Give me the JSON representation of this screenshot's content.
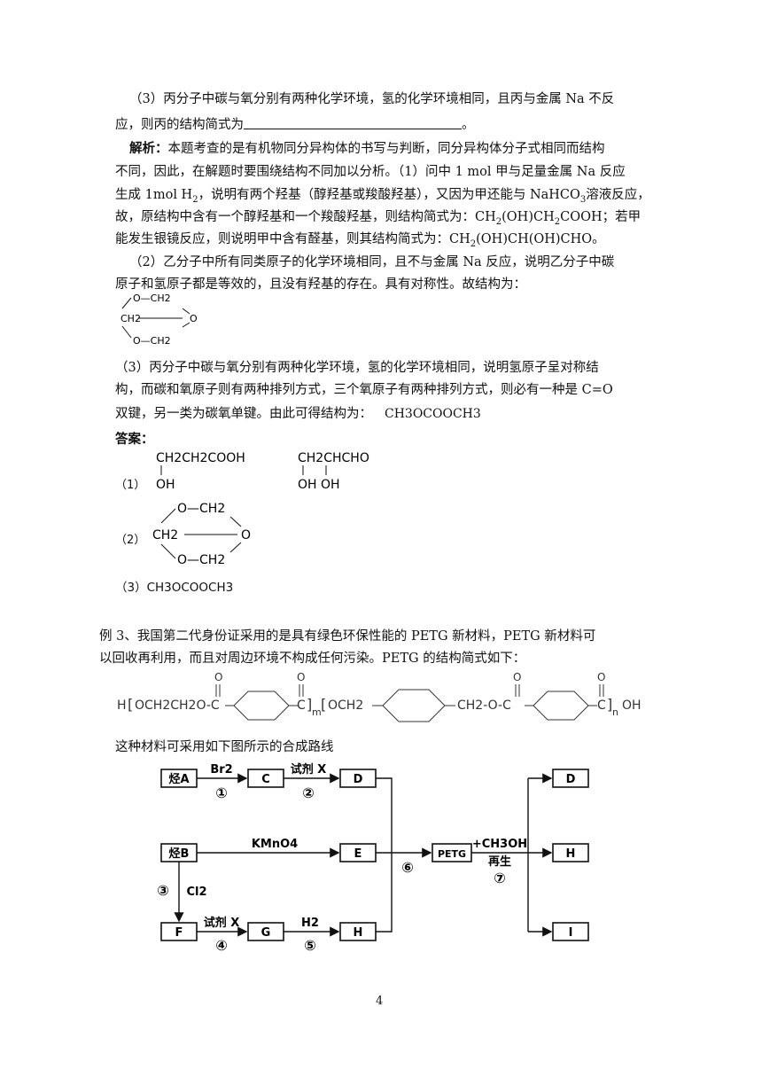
{
  "part3_question": {
    "line1": "（3）丙分子中碳与氧分别有两种化学环境，氢的化学环境相同，且丙与金属 Na 不反",
    "line2a": "应，则丙的结构简式为",
    "line2b": "。"
  },
  "analysis": {
    "label": "解析：",
    "l1": "本题考查的是有机物同分异构体的书写与判断，同分异构体分子式相同而结构",
    "l2": "不同，因此，在解题时要围绕结构不同加以分析。（1）问中 1 mol 甲与足量金属 Na 反应",
    "l3a": "生成 1mol H",
    "l3b": "2",
    "l3c": "，说明有两个羟基（醇羟基或羧酸羟基），又因为甲还能与 NaHCO",
    "l3d": "3",
    "l3e": "溶液反应，",
    "l4a": "故，原结构中含有一个醇羟基和一个羧酸羟基，则结构简式为：CH",
    "l4b": "2",
    "l4c": "(OH)CH",
    "l4d": "2",
    "l4e": "COOH；若甲",
    "l5a": "能发生银镜反应，则说明甲中含有醛基，则其结构简式为：CH",
    "l5b": "2",
    "l5c": "(OH)CH(OH)CHO。",
    "p2a": "（2）乙分子中所有同类原子的化学环境相同，且不与金属 Na 反应，说明乙分子中碳",
    "p2b": "原子和氢原子都是等效的，且没有羟基的存在。具有对称性。故结构为：",
    "p3a": "（3）丙分子中碳与氧分别有两种化学环境，氢的化学环境相同，说明氢原子呈对称结",
    "p3b": "构，而碳和氧原子则有两种排列方式，三个氧原子有两种排列方式，则必有一种是 C=O",
    "p3c": "双键，另一类为碳氧单键。由此可得结构为：",
    "p3_formula": "CH3OCOOCH3"
  },
  "ring": {
    "o_ch2": "O—CH2",
    "ch2": "CH2",
    "o": "O"
  },
  "answer": {
    "label": "答案：",
    "a1_label": "（1）",
    "a1_struct1_top": "CH2CH2COOH",
    "a1_struct1_oh": "OH",
    "a1_struct2_top": "CH2CHCHO",
    "a1_struct2_oh": "OH OH",
    "a2_label": "（2）",
    "a3": "（3）CH3OCOOCH3"
  },
  "example3": {
    "l1": "例 3、我国第二代身份证采用的是具有绿色环保性能的 PETG 新材料，PETG 新材料可",
    "l2": "以回收再利用，而且对周边环境不构成任何污染。PETG 的结构简式如下：",
    "formula": {
      "start": "H",
      "seg1": "OCH2CH2O-C",
      "m": "m",
      "seg2": "OCH2",
      "seg3": "CH2-O-C",
      "n": "n",
      "end": "OH",
      "o": "O"
    },
    "route_intro": "这种材料可采用如下图所示的合成路线"
  },
  "route": {
    "boxes": [
      "烃A",
      "C",
      "D",
      "烃B",
      "E",
      "F",
      "G",
      "H",
      "PETG",
      "D",
      "H",
      "I"
    ],
    "arrows": [
      "Br2",
      "①",
      "试剂 X",
      "②",
      "KMnO4",
      "③",
      "Cl2",
      "试剂 X",
      "④",
      "H2",
      "⑤",
      "⑥",
      "+CH3OH",
      "再生",
      "⑦"
    ]
  },
  "page_number": "4"
}
